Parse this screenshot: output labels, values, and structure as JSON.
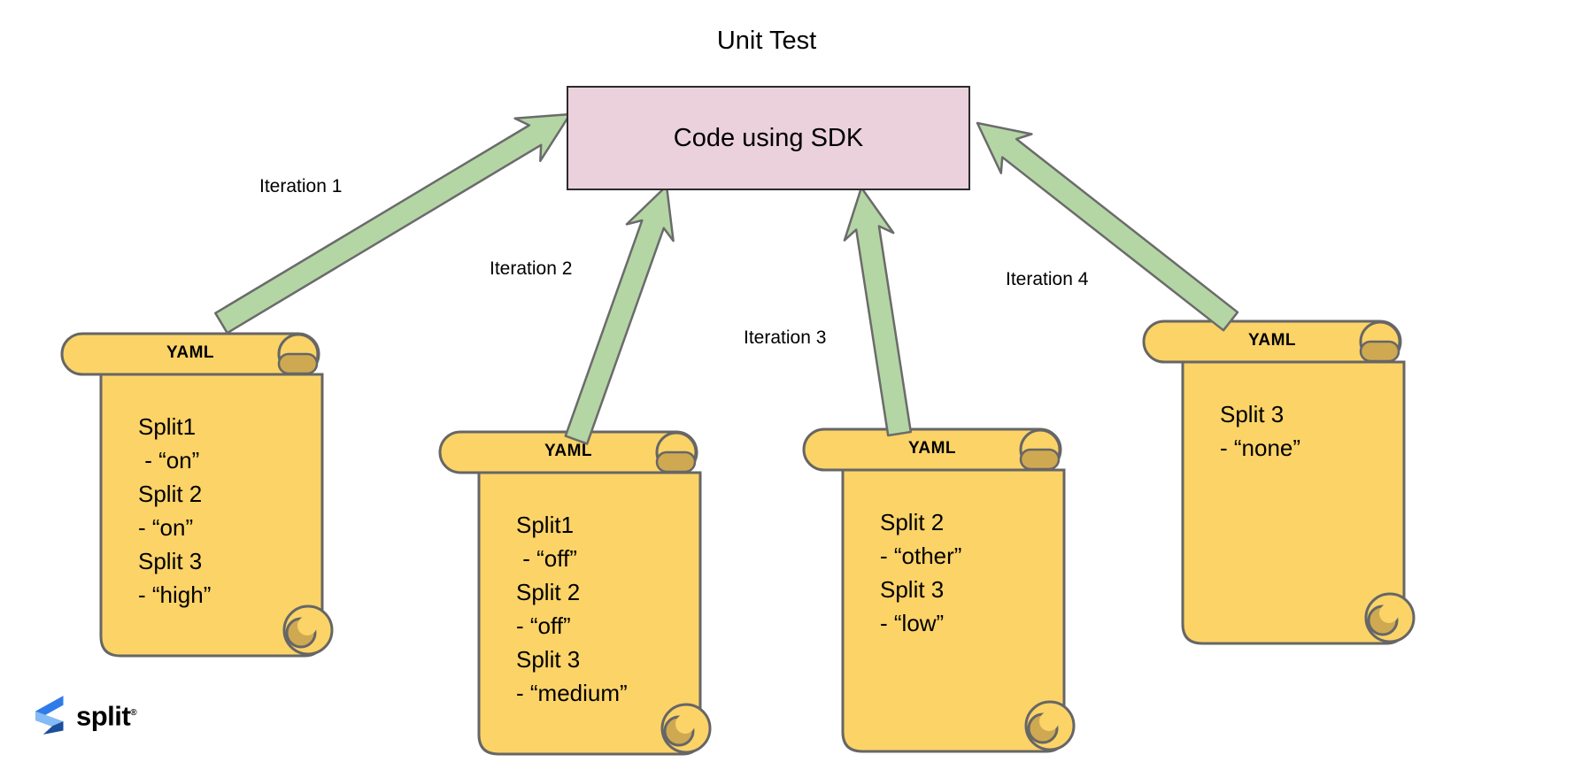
{
  "title": "Unit Test",
  "box": {
    "label": "Code using SDK"
  },
  "arrows": [
    {
      "label": "Iteration 1"
    },
    {
      "label": "Iteration 2"
    },
    {
      "label": "Iteration 3"
    },
    {
      "label": "Iteration 4"
    }
  ],
  "scrolls": [
    {
      "header": "YAML",
      "lines": [
        "Split1",
        " - “on”",
        "Split 2",
        "- “on”",
        "Split 3",
        "- “high”"
      ]
    },
    {
      "header": "YAML",
      "lines": [
        "Split1",
        " - “off”",
        "Split 2",
        "- “off”",
        "Split 3",
        "- “medium”"
      ]
    },
    {
      "header": "YAML",
      "lines": [
        "Split 2",
        "- “other”",
        "Split 3",
        "- “low”"
      ]
    },
    {
      "header": "YAML",
      "lines": [
        "Split 3",
        "- “none”"
      ]
    }
  ],
  "logo": {
    "text": "split",
    "registered": "®"
  },
  "colors": {
    "scroll_fill": "#FBD367",
    "scroll_dark": "#CFA951",
    "scroll_stroke": "#666666",
    "arrow_fill": "#B4D6A4",
    "arrow_stroke": "#6B6B6B",
    "box_fill": "#EAD1DC",
    "box_border": "#2B2B2B",
    "logo_blue": "#2E7CE9",
    "logo_light_blue": "#85BBF5",
    "logo_navy": "#1B4E9B"
  }
}
